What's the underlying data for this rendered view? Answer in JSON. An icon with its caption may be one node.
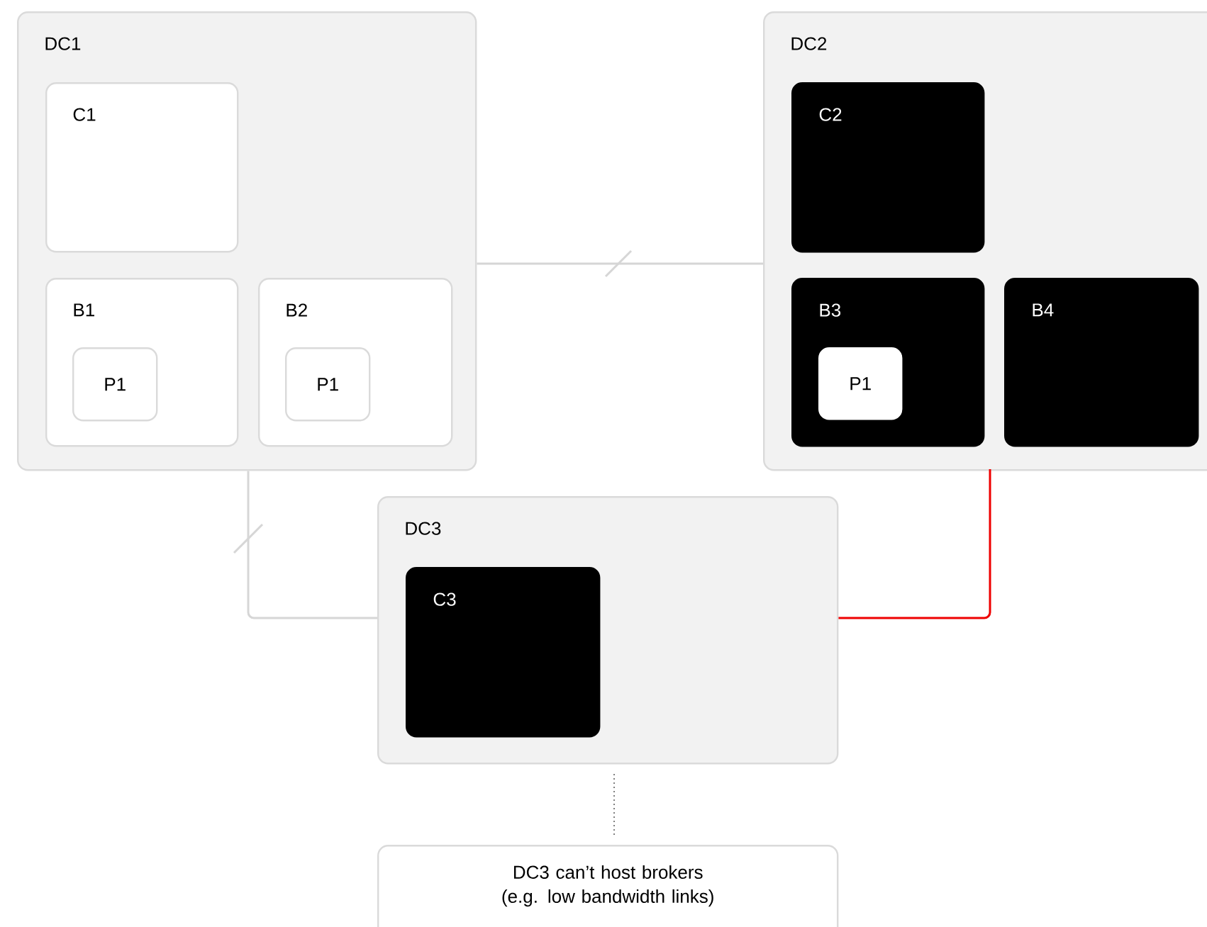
{
  "diagram": {
    "nodes": [
      {
        "text": [
          "DC1"
        ]
      },
      {
        "text": [
          "C1"
        ],
        "in": 0
      },
      {
        "text": [
          "B1"
        ],
        "in": 0
      },
      {
        "text": [
          "P1"
        ],
        "in": 2
      },
      {
        "text": [
          "B2"
        ],
        "in": 0
      },
      {
        "text": [
          "P1"
        ],
        "in": 4
      },
      {
        "text": [
          "DC2"
        ]
      },
      {
        "text": [
          "C2"
        ],
        "in": 6
      },
      {
        "text": [
          "B3"
        ],
        "in": 6
      },
      {
        "text": [
          "P1"
        ],
        "in": 8
      },
      {
        "text": [
          "B4"
        ],
        "in": 6
      },
      {
        "text": [
          "DC3"
        ]
      },
      {
        "text": [
          "C3"
        ],
        "in": 11
      },
      {
        "text": [
          "DC3 can’t host brokers (e.g. low bandwidth links)"
        ]
      }
    ],
    "edges": [
      {
        "from": 0,
        "to": 6,
        "arrow": "none"
      },
      {
        "from": 0,
        "to": 11,
        "arrow": "none"
      },
      {
        "from": 6,
        "to": 11,
        "arrow": "none",
        "color": "#ee0000"
      },
      {
        "from": 11,
        "to": 13,
        "arrow": "none",
        "style": "dashed"
      }
    ]
  }
}
